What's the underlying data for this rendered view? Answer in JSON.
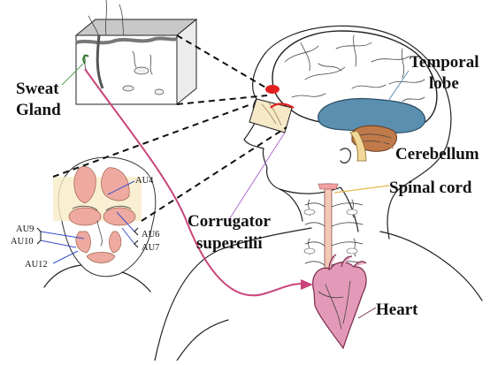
{
  "labels": {
    "sweat_gland_line1": "Sweat",
    "sweat_gland_line2": "Gland",
    "temporal_line1": "Temporal",
    "temporal_line2": "lobe",
    "cerebellum": "Cerebellum",
    "spinal_cord": "Spinal cord",
    "corrugator_line1": "Corrugator",
    "corrugator_line2": "supercilii",
    "heart": "Heart"
  },
  "action_units": {
    "au4": "AU4",
    "au6": "AU6",
    "au7": "AU7",
    "au9": "AU9",
    "au10": "AU10",
    "au12": "AU12"
  },
  "colors": {
    "temporal_lobe": "#5a8fb0",
    "cerebellum": "#c07a4a",
    "nerve_path": "#c9447a",
    "heart": "#e39ab8",
    "facial_muscle": "#eeaaa0",
    "au_leader": "#3a4fc8",
    "spinal_leader": "#e6b84a",
    "sweat_leader": "#5aa05a",
    "corrugator_leader": "#b06ad0"
  }
}
